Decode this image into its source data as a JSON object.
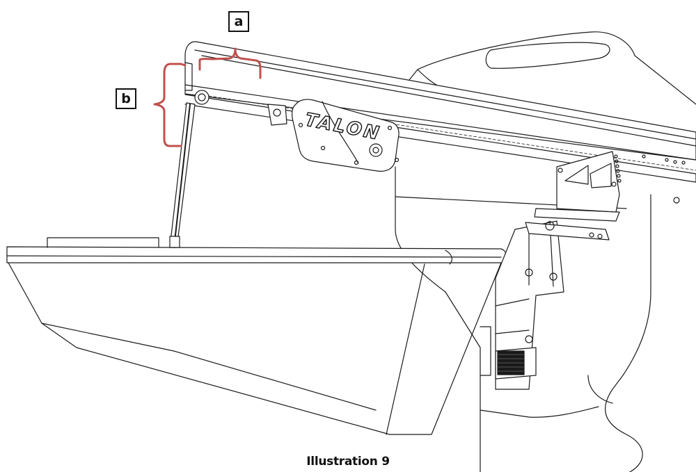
{
  "callouts": {
    "a": "a",
    "b": "b"
  },
  "brand": "TALON",
  "caption": "Illustration 9",
  "colors": {
    "bracket": "#c0504d",
    "line": "#1a1a1a"
  }
}
